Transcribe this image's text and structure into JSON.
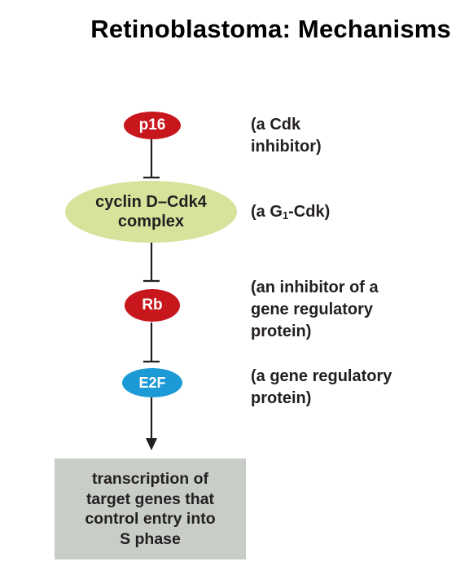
{
  "title": "Retinoblastoma: Mechanisms",
  "nodes": {
    "p16": {
      "label": "p16",
      "description": "(a Cdk\ninhibitor)"
    },
    "cyclin": {
      "label": "cyclin D–Cdk4\ncomplex",
      "description_prefix": "(a G",
      "description_sub": "1",
      "description_suffix": "-Cdk)"
    },
    "rb": {
      "label": "Rb",
      "description": "(an inhibitor of a\ngene regulatory\nprotein)"
    },
    "e2f": {
      "label": "E2F",
      "description": "(a gene regulatory\nprotein)"
    }
  },
  "outcome": "transcription of\ntarget genes that\ncontrol entry into\nS phase",
  "colors": {
    "inhibitor_node": "#c8161d",
    "complex_node": "#d7e29b",
    "regulatory_node": "#1b9ad6",
    "outcome_box": "#c9cdc8",
    "line": "#231f20"
  },
  "relations": [
    {
      "from": "p16",
      "to": "cyclin",
      "type": "inhibits"
    },
    {
      "from": "cyclin",
      "to": "rb",
      "type": "inhibits"
    },
    {
      "from": "rb",
      "to": "e2f",
      "type": "inhibits"
    },
    {
      "from": "e2f",
      "to": "outcome",
      "type": "activates"
    }
  ]
}
